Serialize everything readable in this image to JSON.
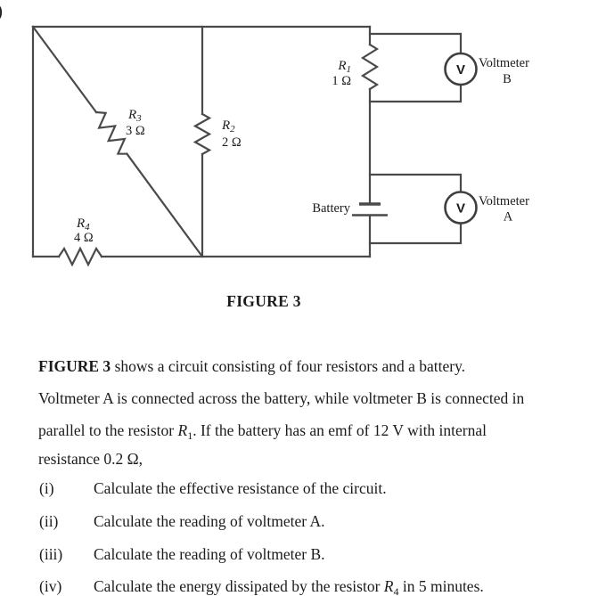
{
  "page": {
    "corner_mark": ")"
  },
  "colors": {
    "background": "#ffffff",
    "text": "#1b1b1b",
    "wire": "#4a4a4a"
  },
  "circuit": {
    "resistors": {
      "r1": {
        "name": "R",
        "sub": "1",
        "value": "1 Ω"
      },
      "r2": {
        "name": "R",
        "sub": "2",
        "value": "2 Ω"
      },
      "r3": {
        "name": "R",
        "sub": "3",
        "value": "3 Ω"
      },
      "r4": {
        "name": "R",
        "sub": "4",
        "value": "4 Ω"
      }
    },
    "battery_label": "Battery",
    "voltmeters": {
      "b": {
        "title": "Voltmeter",
        "id": "B",
        "symbol": "V"
      },
      "a": {
        "title": "Voltmeter",
        "id": "A",
        "symbol": "V"
      }
    }
  },
  "figure": {
    "caption": "FIGURE 3"
  },
  "description": {
    "lines": [
      [
        {
          "t": "FIGURE 3",
          "b": true
        },
        {
          "t": " shows a circuit consisting of four resistors and a battery."
        }
      ],
      [
        {
          "t": "Voltmeter A is connected across the battery, while voltmeter B is connected in"
        }
      ],
      [
        {
          "t": "parallel to the resistor "
        },
        {
          "t": "R",
          "i": true
        },
        {
          "t": "1",
          "sub": true
        },
        {
          "t": ". If the battery has an emf of 12 V with internal"
        }
      ],
      [
        {
          "t": "resistance 0.2 Ω,"
        }
      ]
    ]
  },
  "questions": {
    "items": [
      {
        "num": "(i)",
        "segments": [
          {
            "t": "Calculate the effective resistance of the circuit."
          }
        ]
      },
      {
        "num": "(ii)",
        "segments": [
          {
            "t": "Calculate the reading of voltmeter A."
          }
        ]
      },
      {
        "num": "(iii)",
        "segments": [
          {
            "t": "Calculate the reading of voltmeter B."
          }
        ]
      },
      {
        "num": "(iv)",
        "segments": [
          {
            "t": "Calculate the energy dissipated by the resistor "
          },
          {
            "t": "R",
            "i": true
          },
          {
            "t": "4",
            "sub": true
          },
          {
            "t": " in 5 minutes."
          }
        ]
      }
    ]
  }
}
